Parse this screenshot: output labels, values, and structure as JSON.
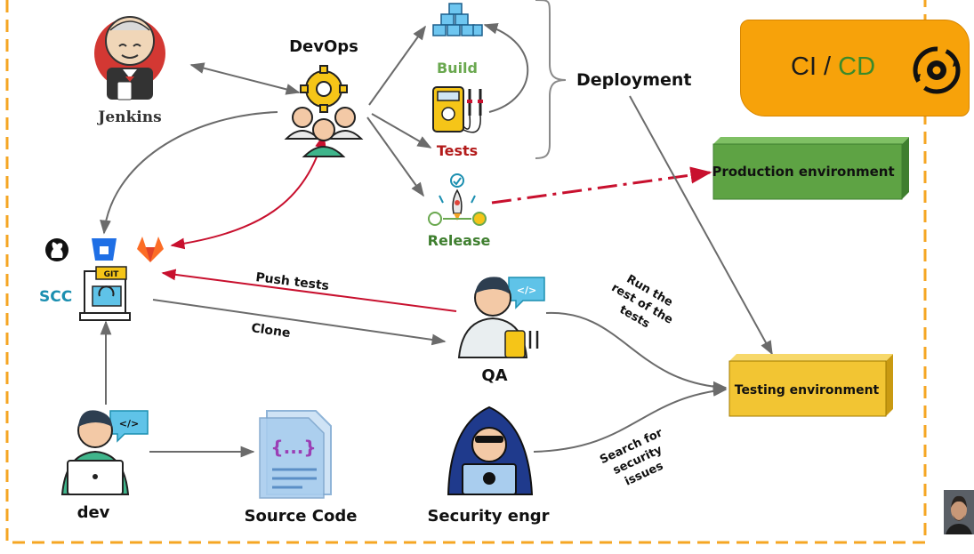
{
  "nodes": {
    "jenkins": "Jenkins",
    "devops": "DevOps",
    "build": "Build",
    "tests": "Tests",
    "release": "Release",
    "deployment": "Deployment",
    "production_env": "Production environment",
    "testing_env": "Testing environment",
    "scc": "SCC",
    "git_badge": "GIT",
    "qa": "QA",
    "dev": "dev",
    "source_code": "Source Code",
    "source_code_glyph": "{...}",
    "code_glyph": "</>",
    "security_engr": "Security engr"
  },
  "edges": {
    "push_tests": "Push tests",
    "clone": "Clone",
    "run_rest": [
      "Run the",
      "rest of the",
      "tests"
    ],
    "search_security": [
      "Search for",
      "security",
      "issues"
    ]
  },
  "cicd": {
    "ci": "CI",
    "sep": " / ",
    "cd": "CD"
  },
  "repo_icons": [
    "github-icon",
    "bitbucket-icon",
    "gitlab-icon"
  ],
  "colors": {
    "border_dash": "#f5a623",
    "build": "#6aa84f",
    "tests": "#b31b1b",
    "release": "#3f7f2f",
    "scc": "#1b8fb0",
    "red_arrow": "#c8102e",
    "gray_arrow": "#6b6b6b",
    "production_box": "#5ea344",
    "testing_box": "#f2c533",
    "cicd_box": "#f7a20a"
  }
}
